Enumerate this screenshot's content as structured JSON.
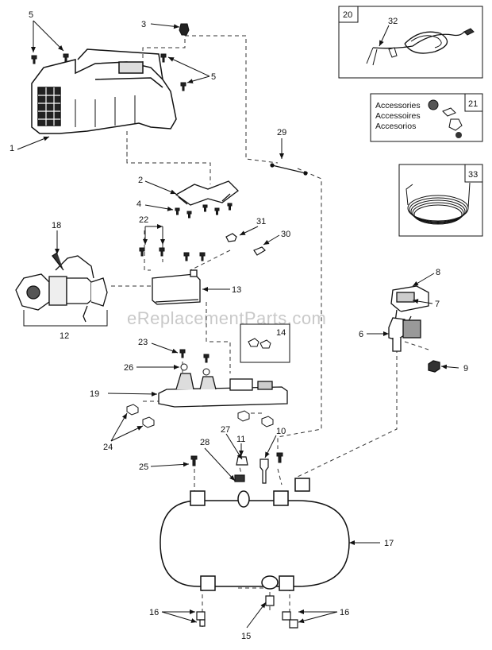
{
  "watermark": "eReplacementParts.com",
  "accessories": [
    "Accessories",
    "Accessoires",
    "Accesorios"
  ],
  "callouts": {
    "c1": "1",
    "c2": "2",
    "c3": "3",
    "c4": "4",
    "c5a": "5",
    "c5b": "5",
    "c6": "6",
    "c7": "7",
    "c8": "8",
    "c9": "9",
    "c10": "10",
    "c11": "11",
    "c12": "12",
    "c13": "13",
    "c14": "14",
    "c15": "15",
    "c16a": "16",
    "c16b": "16",
    "c17": "17",
    "c18": "18",
    "c19": "19",
    "c20": "20",
    "c21": "21",
    "c22": "22",
    "c23": "23",
    "c24": "24",
    "c25": "25",
    "c26": "26",
    "c27": "27",
    "c28": "28",
    "c29": "29",
    "c30": "30",
    "c31": "31",
    "c32": "32",
    "c33": "33"
  }
}
